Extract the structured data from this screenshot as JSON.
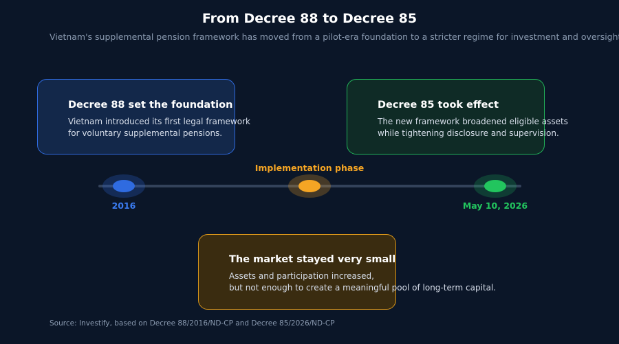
{
  "title": "From Decree 88 to Decree 85",
  "subtitle": "Vietnam's supplemental pension framework has moved from a pilot-era foundation to a stricter regime for investment and oversight.",
  "colors": {
    "background": "#0b1628",
    "blue": "#2f6be0",
    "green": "#22c55e",
    "amber": "#f5a524",
    "track": "#33425a"
  },
  "cards": {
    "foundation": {
      "title": "Decree 88 set the foundation",
      "lines": [
        "Vietnam introduced its first legal framework",
        "for voluntary supplemental pensions."
      ]
    },
    "effect": {
      "title": "Decree 85 took effect",
      "lines": [
        "The new framework broadened eligible assets",
        "while tightening disclosure and supervision."
      ]
    },
    "market": {
      "title": "The market stayed very small",
      "lines": [
        "Assets and participation increased,",
        "but not enough to create a meaningful pool of long-term capital."
      ]
    }
  },
  "timeline": {
    "start_label": "2016",
    "middle_label": "Implementation phase",
    "end_label": "May 10, 2026"
  },
  "source": "Source: Investify, based on Decree 88/2016/ND-CP and Decree 85/2026/ND-CP"
}
